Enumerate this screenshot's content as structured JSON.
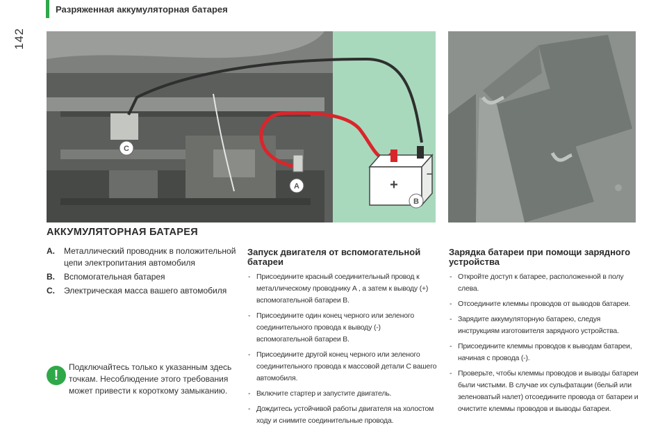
{
  "page_number": "142",
  "header_title": "Разряженная аккумуляторная батарея",
  "illustration_left": {
    "labels": {
      "a": "A",
      "b": "B",
      "c": "C"
    },
    "battery_plus": "+",
    "battery_minus": "−"
  },
  "section_title": "АККУМУЛЯТОРНАЯ БАТАРЕЯ",
  "legend": [
    {
      "letter": "A.",
      "text": "Металлический проводник в положительной цепи электропитания автомобиля"
    },
    {
      "letter": "B.",
      "text": "Вспомогательная батарея"
    },
    {
      "letter": "C.",
      "text": "Электрическая масса вашего автомобиля"
    }
  ],
  "warning": {
    "icon": "exclamation-icon",
    "symbol": "!",
    "text": "Подключайтесь только к указанным здесь точкам. Несоблюдение этого требования может привести к короткому замыканию."
  },
  "jump_start": {
    "title": "Запуск двигателя от вспомогательной батареи",
    "steps": [
      "Присоедините красный соединительный провод к металлическому проводнику A , а затем к выводу (+) вспомогательной батареи B.",
      "Присоедините один конец черного или зеленого соединительного провода к выводу (-) вспомогательной батареи B.",
      "Присоедините другой конец черного или зеленого соединительного провода к массовой детали C вашего автомобиля.",
      "Включите стартер и запустите двигатель.",
      "Дождитесь устойчивой работы двигателя на холостом ходу и снимите соединительные провода."
    ]
  },
  "charging": {
    "title": "Зарядка батареи при помощи зарядного устройства",
    "steps": [
      "Откройте доступ к батарее, расположенной в полу слева.",
      "Отсоедините клеммы проводов от выводов батареи.",
      "Зарядите аккумуляторную батарею, следуя инструкциям изготовителя зарядного устройства.",
      "Присоедините клеммы проводов к выводам батареи, начиная с провода (-).",
      "Проверьте, чтобы клеммы проводов и выводы батареи были чистыми. В случае их сульфатации (белый или зеленоватый налет) отсоедините провода от батареи и очистите клеммы проводов и выводы батареи."
    ]
  },
  "colors": {
    "accent": "#2fa84a",
    "cable_red": "#d9262b"
  }
}
